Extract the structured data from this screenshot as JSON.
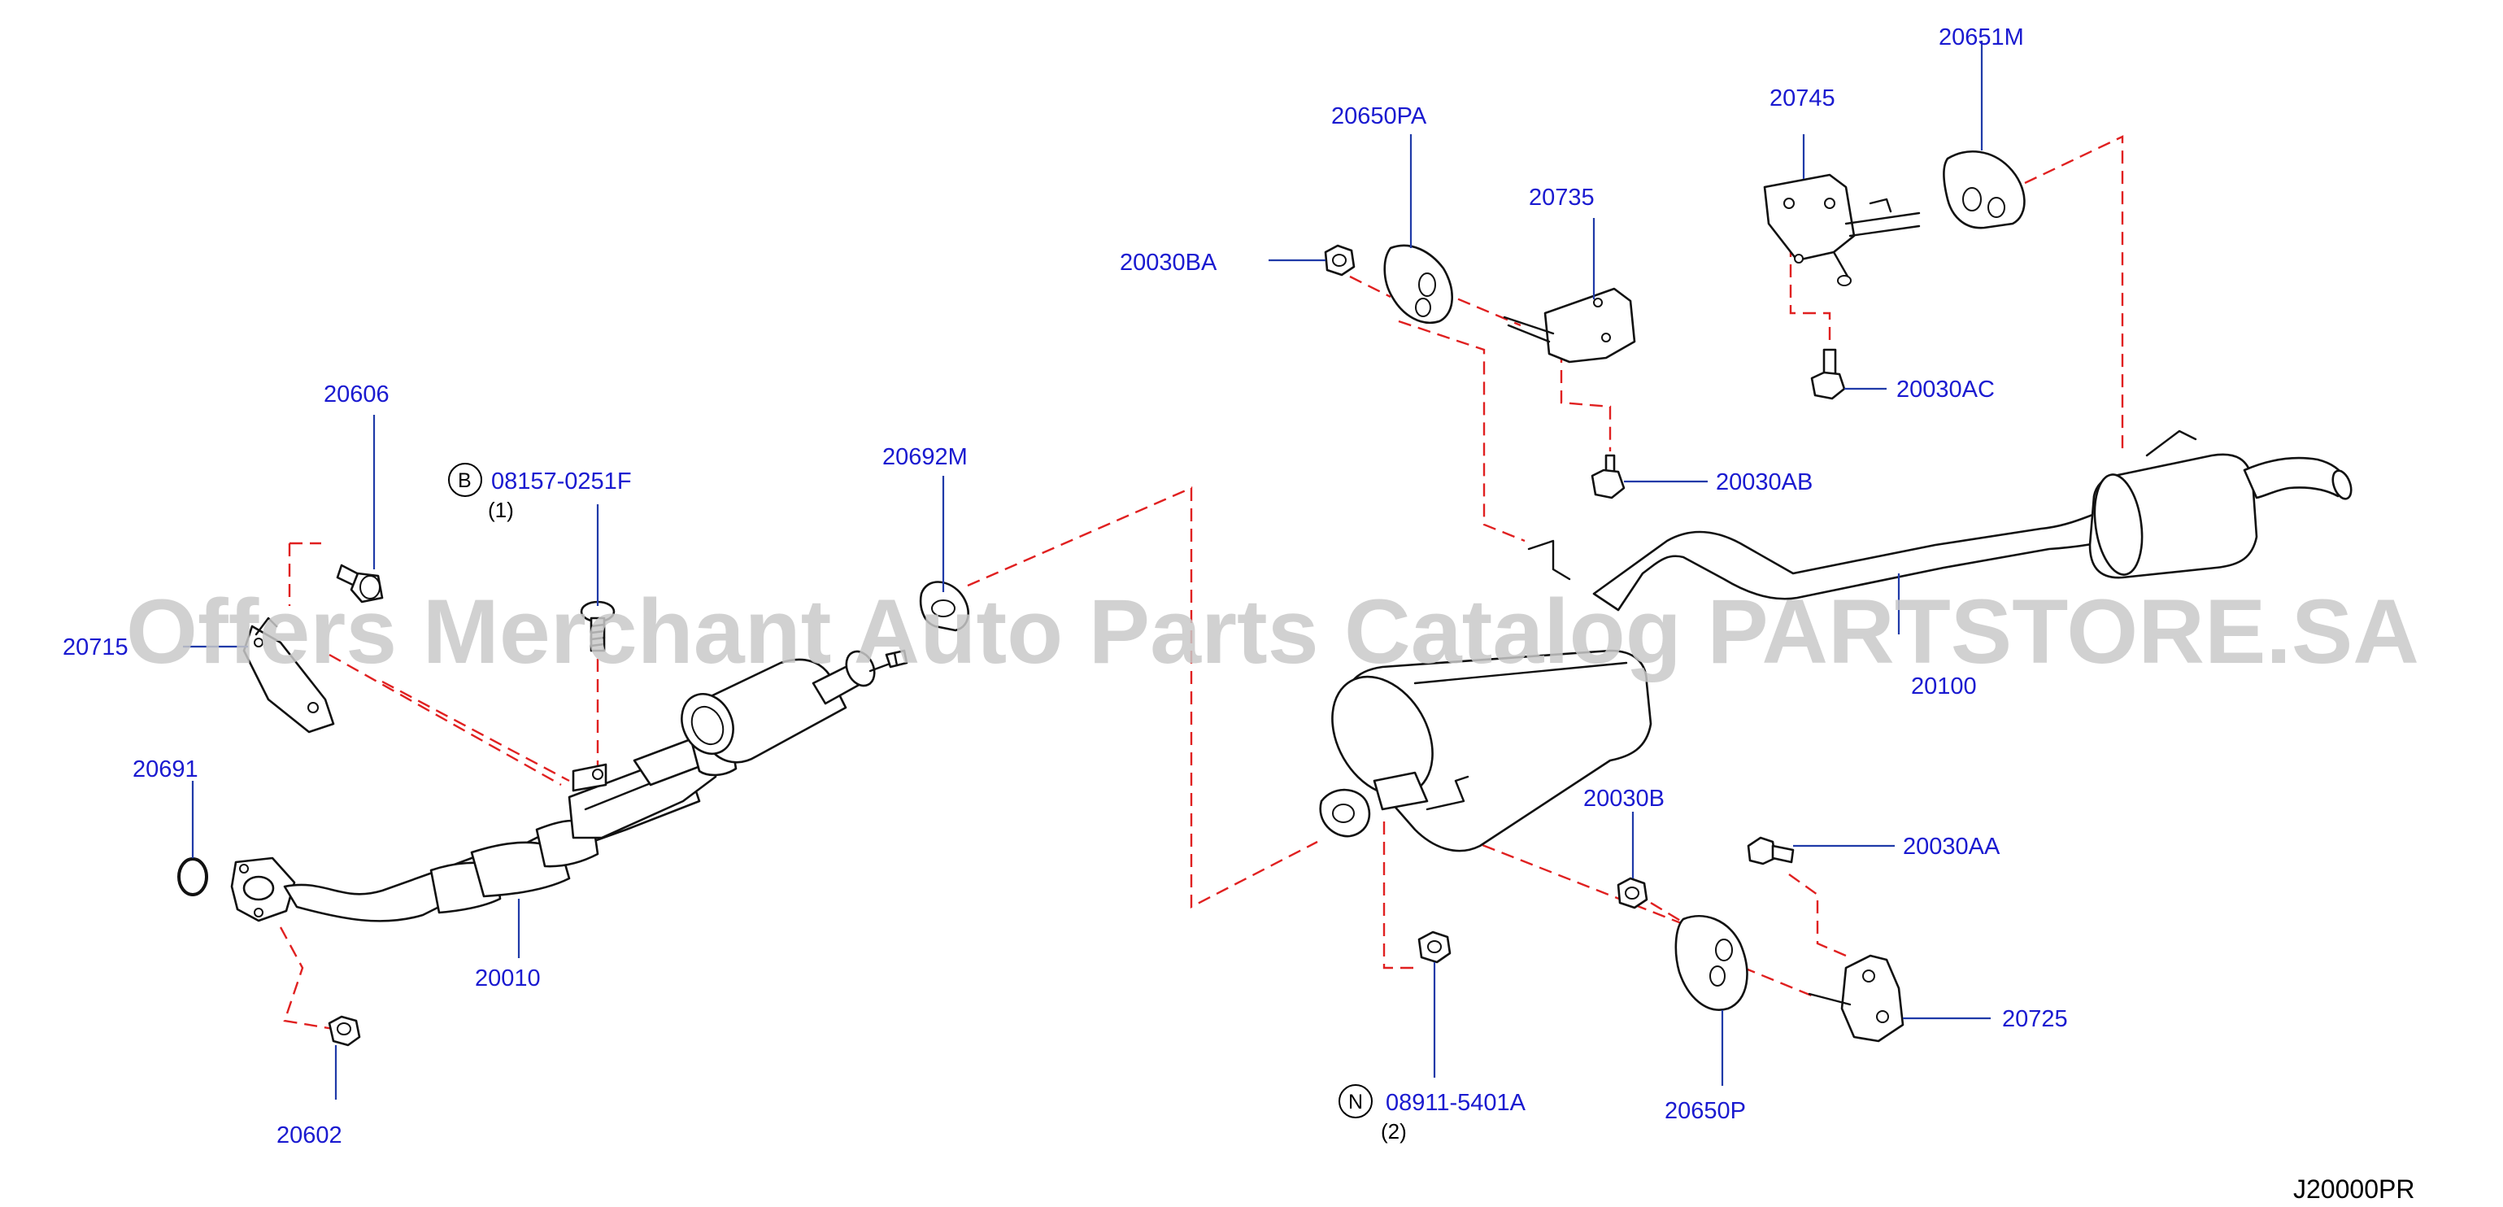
{
  "watermark": "Offers Merchant Auto Parts Catalog PARTSTORE.SA",
  "diagram_ref": "J20000PR",
  "parts": {
    "p20606": "20606",
    "p08157": "08157-0251F",
    "p08157_qty": "(1)",
    "p08157_prefix": "B",
    "p20692M": "20692M",
    "p20715": "20715",
    "p20691": "20691",
    "p20010": "20010",
    "p20602": "20602",
    "p20650PA": "20650PA",
    "p20030BA": "20030BA",
    "p20735": "20735",
    "p20745": "20745",
    "p20651M": "20651M",
    "p20030AC": "20030AC",
    "p20030AB": "20030AB",
    "p20100": "20100",
    "p20030B": "20030B",
    "p20030AA": "20030AA",
    "p20725": "20725",
    "p20650P": "20650P",
    "p08911": "08911-5401A",
    "p08911_qty": "(2)",
    "p08911_prefix": "N"
  },
  "colors": {
    "label": "#1a1ad0",
    "leader": "#1f3aa8",
    "dashed_link": "#e02020",
    "watermark": "#c9c9c9"
  }
}
